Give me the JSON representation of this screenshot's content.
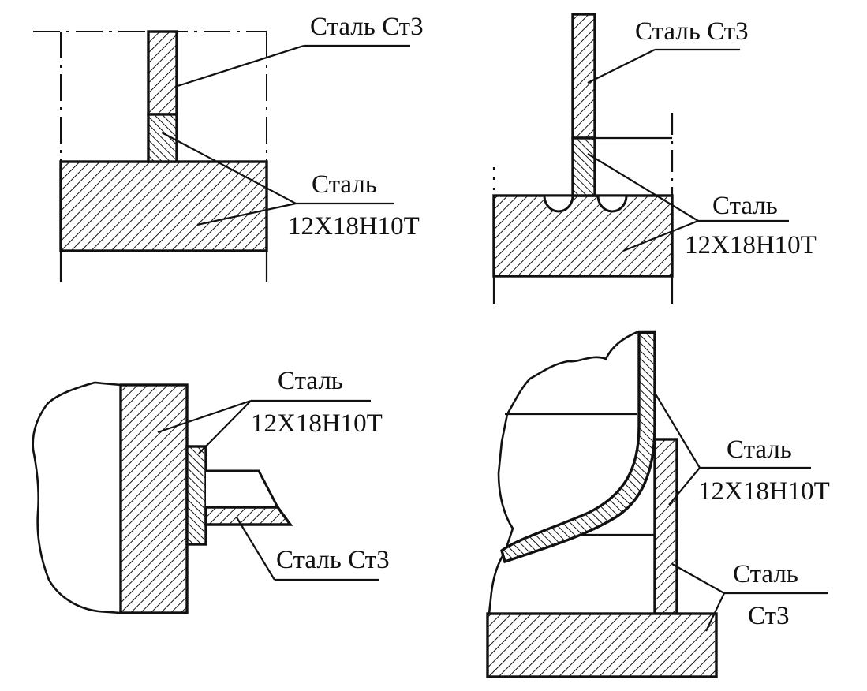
{
  "labels": {
    "tl_st3": "Сталь Ст3",
    "tl_steel": "Сталь",
    "tl_grade": "12Х18Н10Т",
    "tr_st3": "Сталь Ст3",
    "tr_steel": "Сталь",
    "tr_grade": "12Х18Н10Т",
    "bl_steel": "Сталь",
    "bl_grade": "12Х18Н10Т",
    "bl_st3": "Сталь Ст3",
    "br_steel": "Сталь",
    "br_grade": "12Х18Н10Т",
    "br_steel2": "Сталь",
    "br_st3": "Ст3"
  },
  "colors": {
    "ink": "#111111",
    "paper": "#ffffff"
  }
}
